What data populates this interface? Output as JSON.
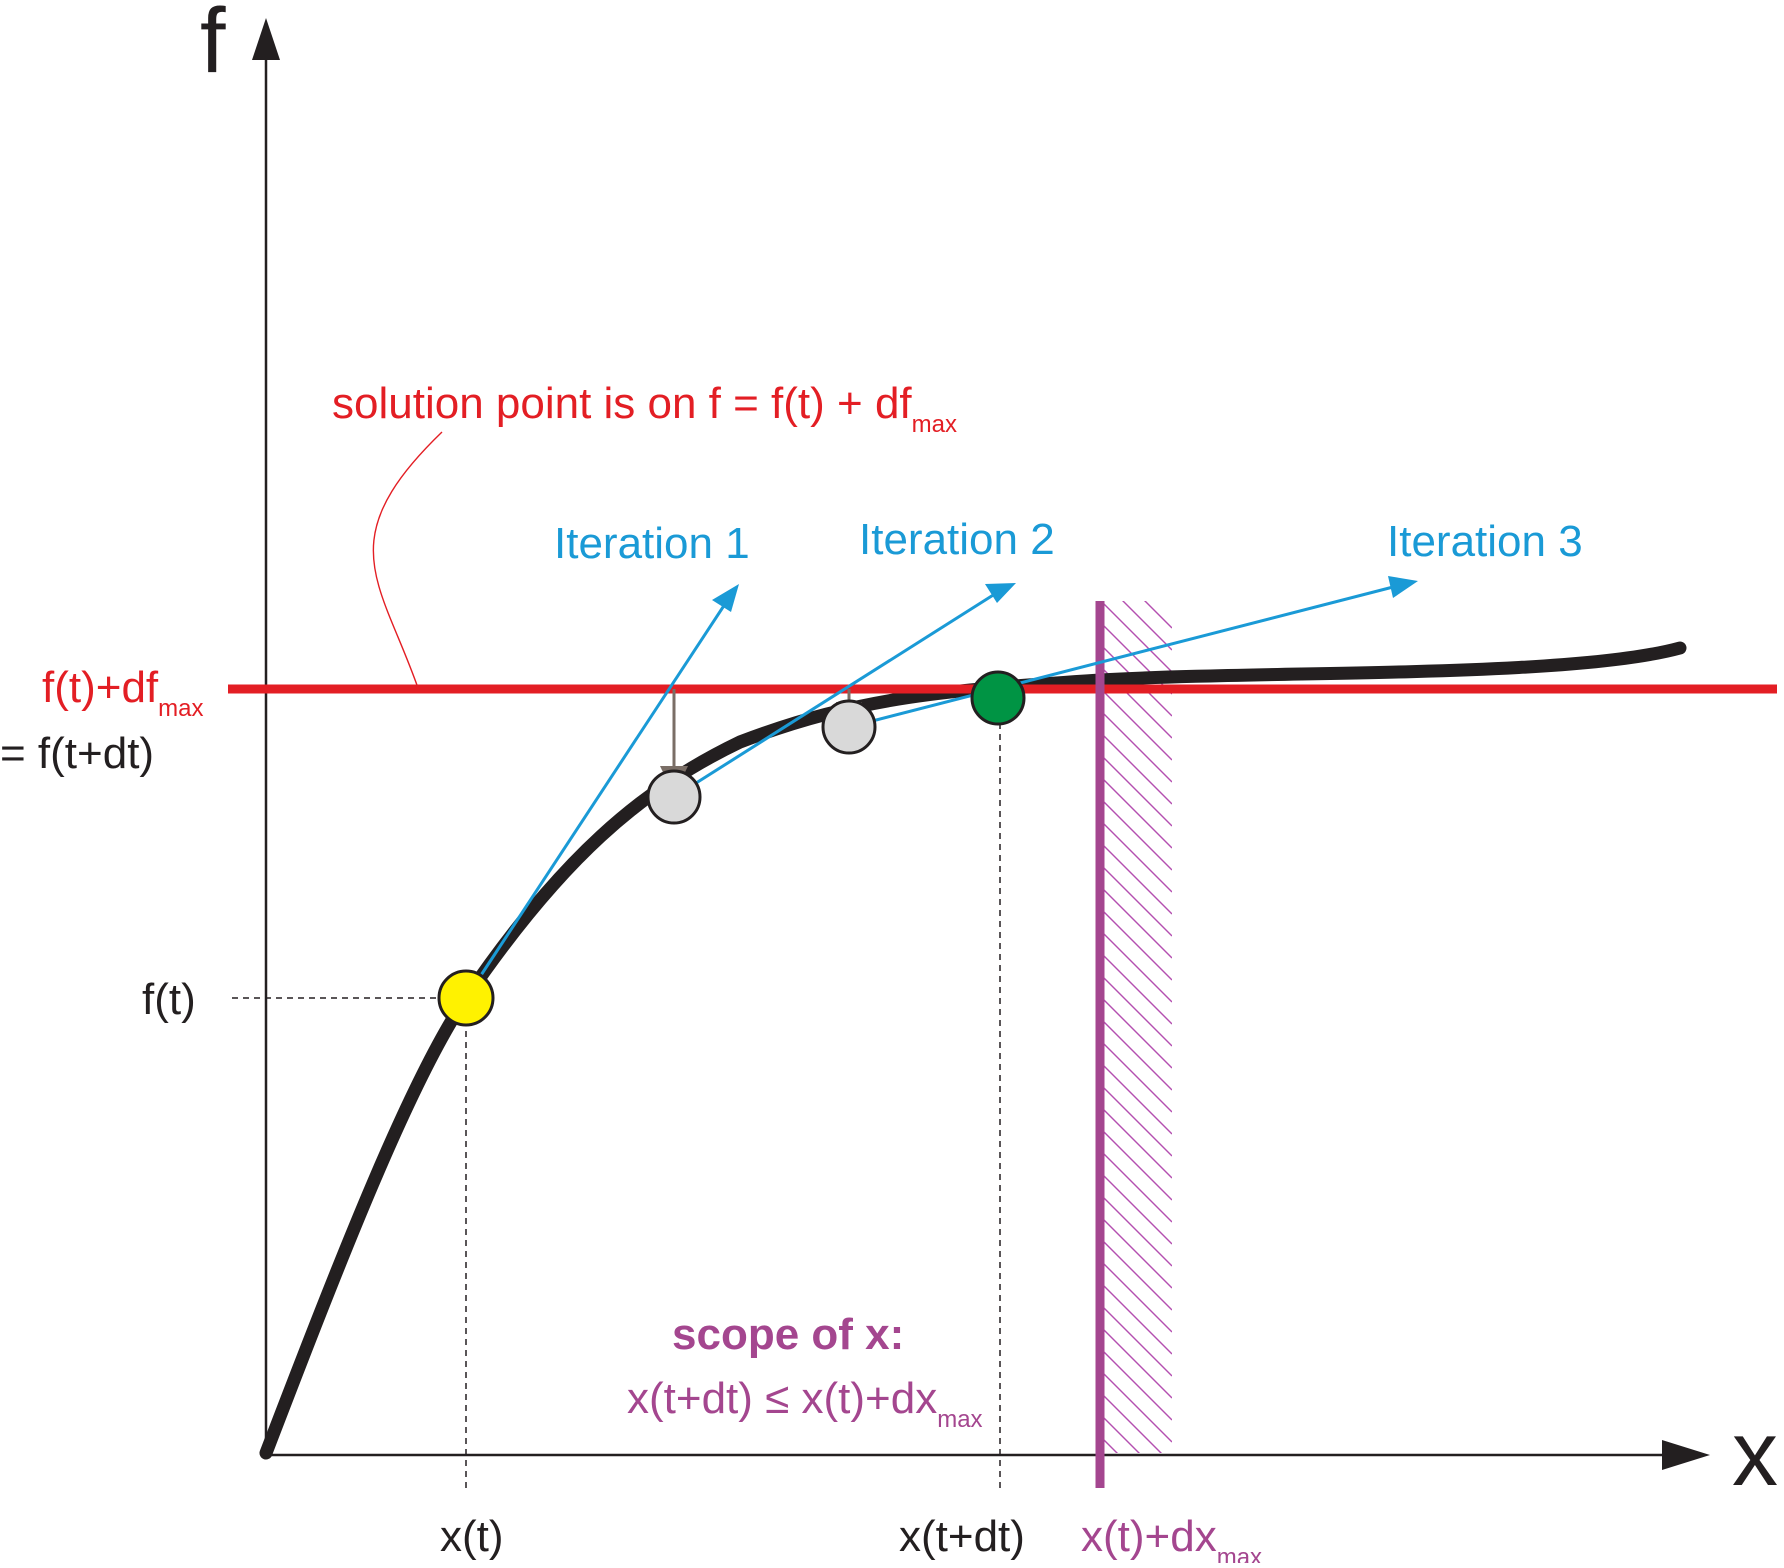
{
  "axes": {
    "f_label": "f",
    "x_label": "x"
  },
  "labels": {
    "solution_main": "solution point is on f = f(t) + df",
    "solution_sub": "max",
    "red_left_main": "f(t)+df",
    "red_left_sub": "max",
    "eq_ftdt": "= f(t+dt)",
    "ft": "f(t)",
    "xt": "x(t)",
    "xtdt": "x(t+dt)",
    "xdx_main": "x(t)+dx",
    "xdx_sub": "max",
    "scope_title": "scope of x:",
    "scope_expr_main": "x(t+dt) ≤ x(t)+dx",
    "scope_expr_sub": "max",
    "iter1": "Iteration 1",
    "iter2": "Iteration 2",
    "iter3": "Iteration 3"
  },
  "colors": {
    "curve": "#231f20",
    "limit_line": "#e31e24",
    "tangent": "#1a9ad6",
    "scope": "#a4468f",
    "start_point": "#fff200",
    "solution_point": "#009444",
    "iteration_point": "#d9d9d9",
    "projection_arrow": "#7a6e66"
  }
}
